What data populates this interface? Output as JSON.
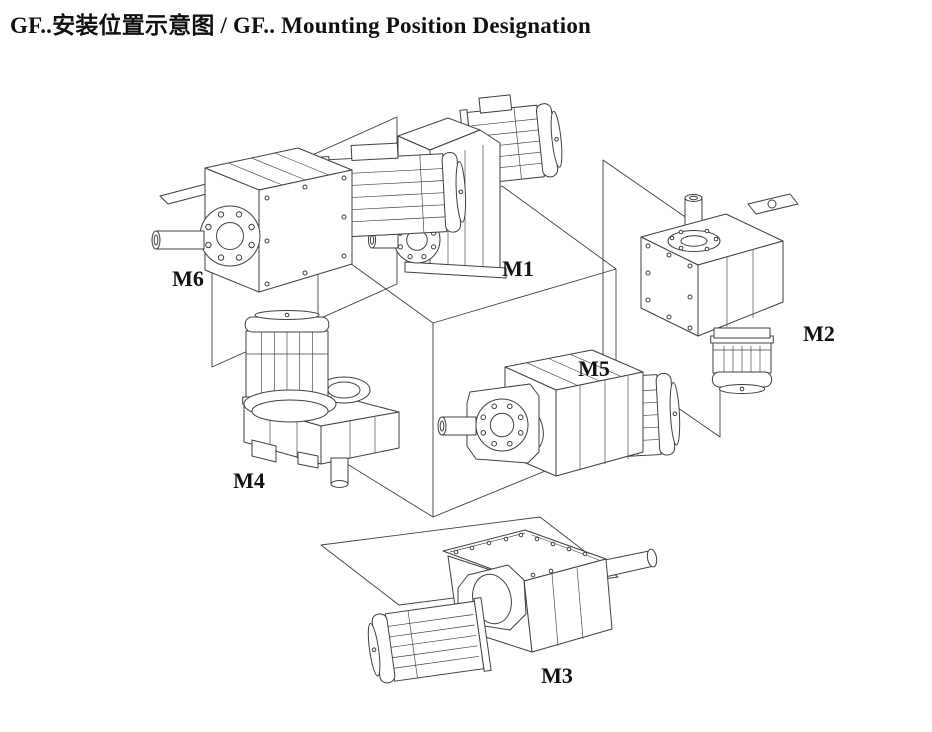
{
  "title": {
    "text": "GF..安装位置示意图 / GF.. Mounting Position Designation"
  },
  "diagram": {
    "labels": {
      "m1": "M1",
      "m2": "M2",
      "m3": "M3",
      "m4": "M4",
      "m5": "M5",
      "m6": "M6"
    }
  },
  "colors": {
    "background": "#ffffff",
    "line_color": "#3f3f3f",
    "label_color": "#111111"
  }
}
